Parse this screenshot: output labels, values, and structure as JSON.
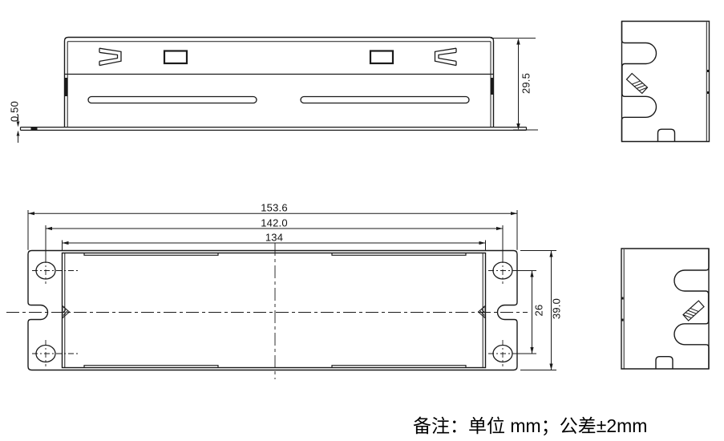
{
  "note": "备注：单位 mm；公差±2mm",
  "colors": {
    "line": "#1a1a1a",
    "background": "#ffffff"
  },
  "side_view": {
    "overall_height": "29.5",
    "flange_thickness": "0.50"
  },
  "plan_view": {
    "overall_length": "153.6",
    "mounting_hole_pitch": "142.0",
    "body_length": "134",
    "hole_pitch_width": "26",
    "flange_width": "39.0"
  }
}
